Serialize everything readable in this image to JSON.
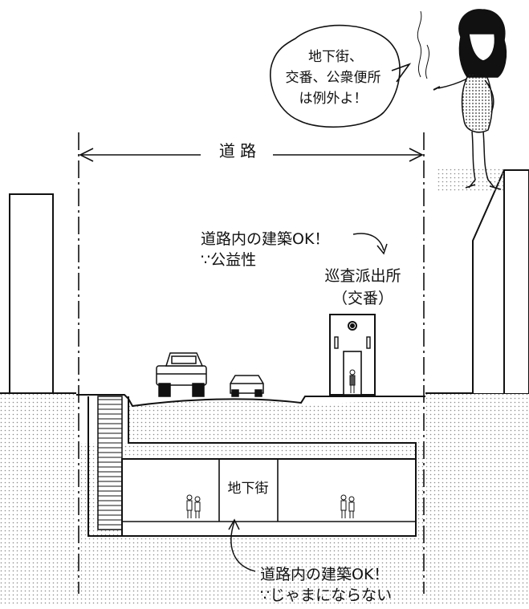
{
  "road": {
    "label": "道 路"
  },
  "speech_bubble": {
    "lines": [
      "地下街、",
      "交番、公衆便所",
      "は例外よ！"
    ]
  },
  "annotation_public": {
    "line1": "道路内の建築OK！",
    "line2": "∵公益性"
  },
  "koban": {
    "line1": "巡査派出所",
    "line2": "（交番）"
  },
  "underground_mall": {
    "label": "地下街"
  },
  "annotation_bottom": {
    "line1": "道路内の建築OK！",
    "line2": "∵じゃまにならない"
  },
  "colors": {
    "ink": "#111111",
    "soil_dots": "#9a9a9a",
    "paper": "#ffffff"
  },
  "icons": [
    "truck-icon",
    "car-icon",
    "police-officer-icon",
    "pedestrian-icon",
    "woman-character-icon",
    "smoke-icon"
  ]
}
